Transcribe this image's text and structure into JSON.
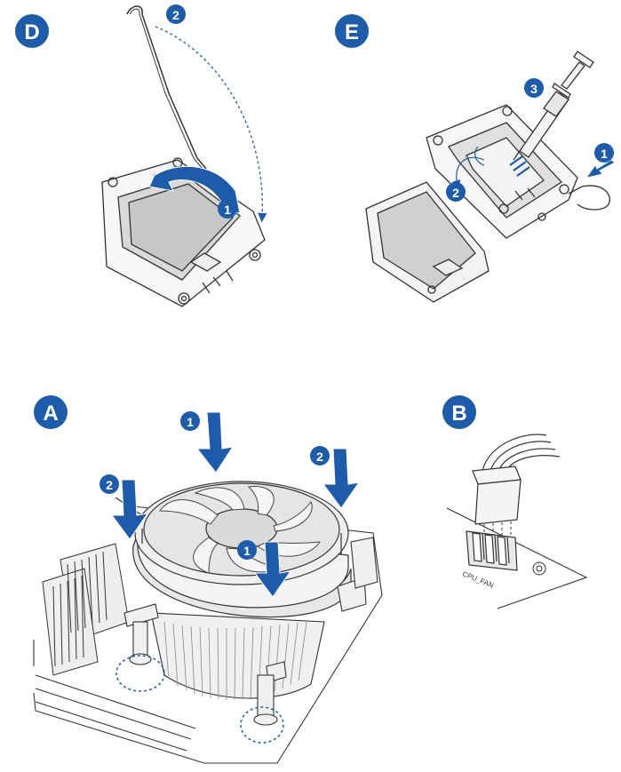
{
  "steps": {
    "d": "D",
    "e": "E",
    "a": "A",
    "b": "B"
  },
  "numbers": {
    "d_1": "1",
    "d_2": "2",
    "e_1": "1",
    "e_2": "2",
    "e_3": "3",
    "a_1_top": "1",
    "a_1_center": "1",
    "a_2_left": "2",
    "a_2_right": "2"
  },
  "labels": {
    "cpu_fan": "CPU_FAN"
  },
  "colors": {
    "accent": "#1E5BA8",
    "line": "#333333",
    "thermal_paste": "#E8E8E8"
  }
}
